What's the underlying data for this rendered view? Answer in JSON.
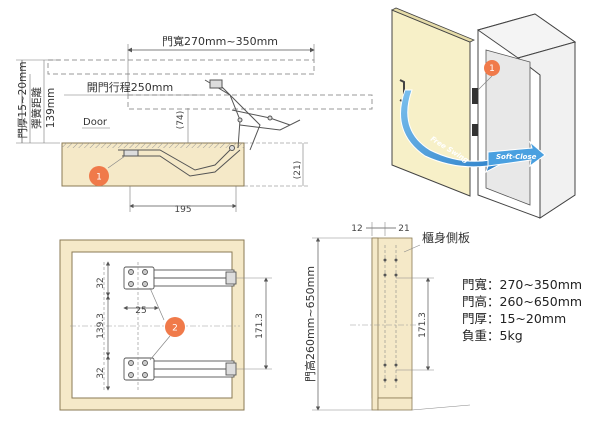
{
  "top_diagram": {
    "door_width": "門寬270mm~350mm",
    "door_thickness": "門厚15~20mm",
    "spring_distance": "彈簧距離",
    "spring_distance_value": "139mm",
    "door_travel": "開門行程250mm",
    "door_label": "Door",
    "dim_74": "(74)",
    "dim_21": "(21)",
    "dim_195": "195",
    "badge": "1"
  },
  "iso_view": {
    "badge": "1",
    "free_swing": "Free Swing",
    "soft_close": "Soft-Close"
  },
  "front_view": {
    "dim_32_top": "32",
    "dim_25": "25",
    "dim_139_3": "139.3",
    "dim_32_bottom": "32",
    "dim_171_3": "171.3",
    "badge": "2"
  },
  "side_view": {
    "dim_12": "12",
    "dim_21": "21",
    "cabinet_side_panel": "櫃身側板",
    "door_height": "門高260mm~650mm",
    "dim_171_3": "171.3"
  },
  "specs": [
    "門寬：270~350mm",
    "門高：260~650mm",
    "門厚：15~20mm",
    "負重：5kg"
  ],
  "colors": {
    "wood": "#f5e9c8",
    "wood_edge": "#e2cf9c",
    "door_panel": "#f7f0c8",
    "badge": "#f07a4a",
    "arrow_blue": "#3c8fd6"
  }
}
